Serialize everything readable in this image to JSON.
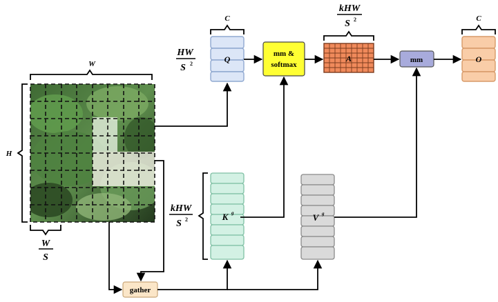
{
  "labels": {
    "C_top_q": "C",
    "C_top_o": "C",
    "khw_top_num": "kHW",
    "khw_top_den": "S",
    "khw_top_exp": "2",
    "hw_left_num": "HW",
    "hw_left_den": "S",
    "hw_left_exp": "2",
    "khw_left_num": "kHW",
    "khw_left_den": "S",
    "khw_left_exp": "2",
    "W_top": "W",
    "H_left": "H",
    "ws_num": "W",
    "ws_den": "S",
    "Q": "Q",
    "A": "A",
    "O": "O",
    "K_base": "K",
    "K_sup": "g",
    "V_base": "V",
    "V_sup": "g"
  },
  "blocks": {
    "mm_softmax_line1": "mm &",
    "mm_softmax_line2": "softmax",
    "mm": "mm",
    "gather": "gather"
  },
  "colors": {
    "q_fill": "#dce6f7",
    "q_stroke": "#8fa8d0",
    "o_fill": "#f9cda8",
    "o_stroke": "#d79a68",
    "k_fill": "#d3f1e4",
    "k_stroke": "#7fc0a4",
    "v_fill": "#dadada",
    "v_stroke": "#8a8a8a",
    "a_fill": "#f08a5b",
    "a_stroke": "#7a3b1e",
    "mm_softmax_fill": "#ffff33",
    "mm_fill": "#a8abdc",
    "gather_fill": "#fbe6c8",
    "highlight": "#eef6e8"
  }
}
